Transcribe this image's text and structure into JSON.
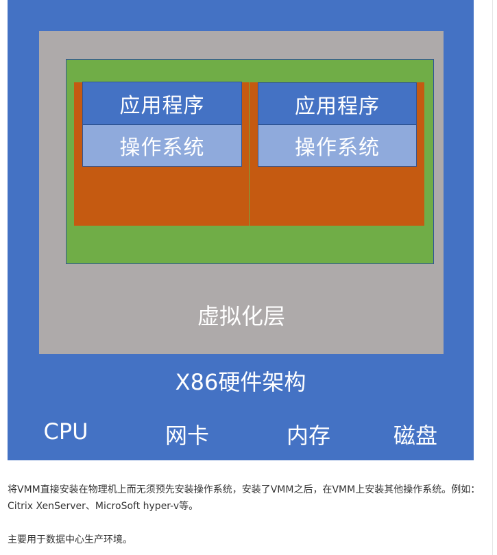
{
  "diagram": {
    "vm_left": {
      "app": "应用程序",
      "os": "操作系统"
    },
    "vm_right": {
      "app": "应用程序",
      "os": "操作系统"
    },
    "virtualization_layer": "虚拟化层",
    "hardware_layer": "X86硬件架构",
    "components": [
      "CPU",
      "网卡",
      "内存",
      "磁盘"
    ]
  },
  "article": {
    "paragraph_1": "将VMM直接安装在物理机上而无须预先安装操作系统，安装了VMM之后，在VMM上安装其他操作系统。例如：Citrix XenServer、MicroSoft hyper-v等。",
    "paragraph_2": "主要用于数据中心生产环境。"
  },
  "colors": {
    "hardware": "#4472c4",
    "virtualization": "#aeaaaa",
    "green": "#70ad47",
    "vm": "#c55a11",
    "app": "#4472c4",
    "os": "#8faadc"
  }
}
